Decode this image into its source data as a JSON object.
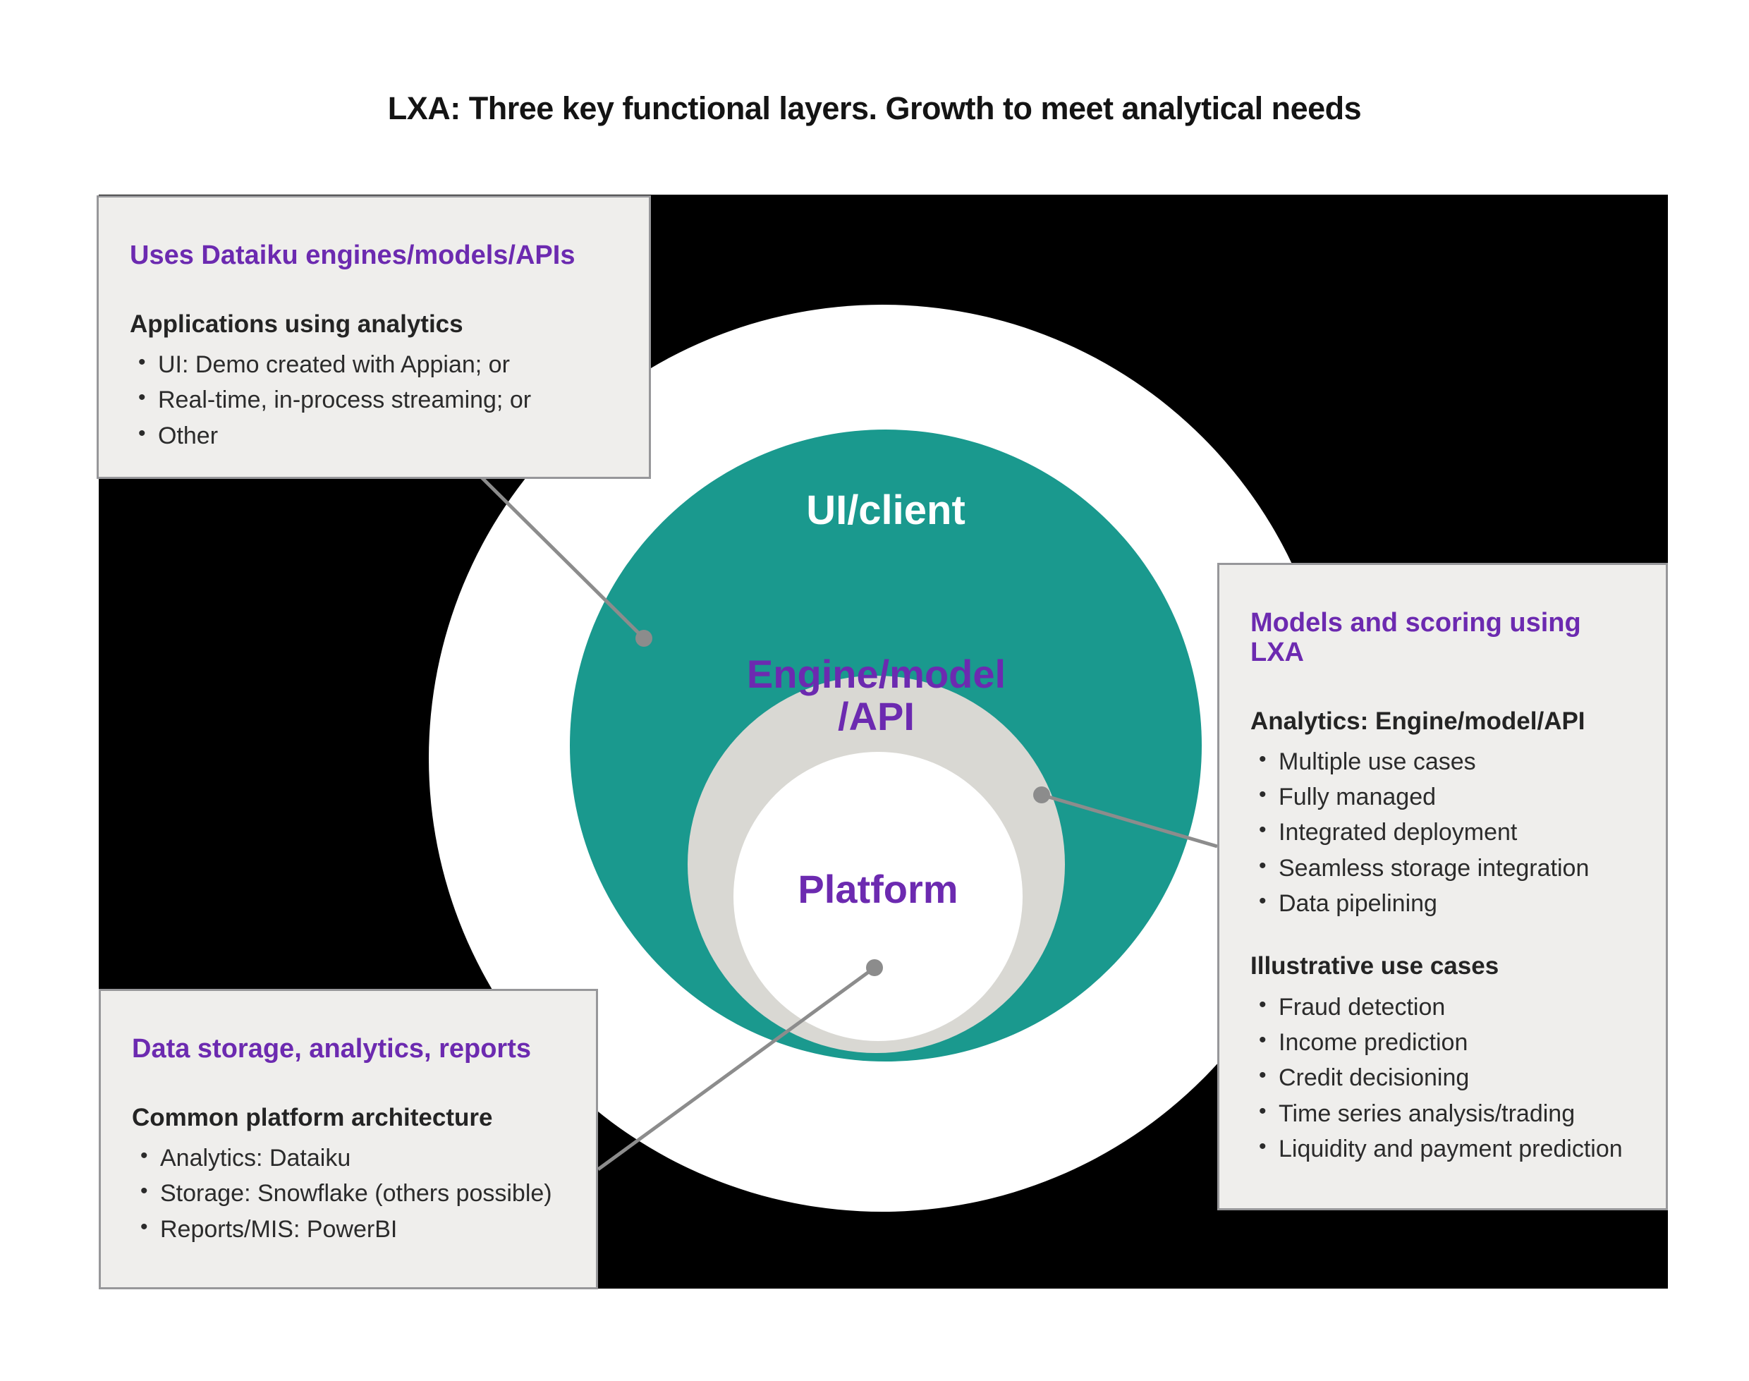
{
  "title": "LXA: Three key functional layers. Growth to meet analytical needs",
  "colors": {
    "teal": "#1a998e",
    "gray_circle": "#d9d8d3",
    "purple": "#6c2ab0",
    "black_panel": "#000000",
    "box_bg": "#efeeec",
    "connector": "#8c8c8c"
  },
  "circles": {
    "ui_label": "UI/client",
    "engine_label_line1": "Engine/model",
    "engine_label_line2": "/API",
    "platform_label": "Platform"
  },
  "callouts": {
    "top_left": {
      "title": "Uses Dataiku engines/models/APIs",
      "subhead": "Applications using analytics",
      "bullets": [
        "UI: Demo created with Appian; or",
        "Real-time, in-process streaming; or",
        "Other"
      ]
    },
    "right": {
      "title": "Models and scoring using LXA",
      "subhead1": "Analytics: Engine/model/API",
      "bullets1": [
        "Multiple use cases",
        "Fully managed",
        "Integrated deployment",
        "Seamless storage integration",
        "Data pipelining"
      ],
      "subhead2": "Illustrative use cases",
      "bullets2": [
        "Fraud detection",
        "Income prediction",
        "Credit decisioning",
        "Time series analysis/trading",
        "Liquidity and payment prediction"
      ]
    },
    "bottom_left": {
      "title": "Data storage, analytics, reports",
      "subhead": "Common platform architecture",
      "bullets": [
        "Analytics: Dataiku",
        "Storage: Snowflake (others possible)",
        "Reports/MIS: PowerBI"
      ]
    }
  }
}
